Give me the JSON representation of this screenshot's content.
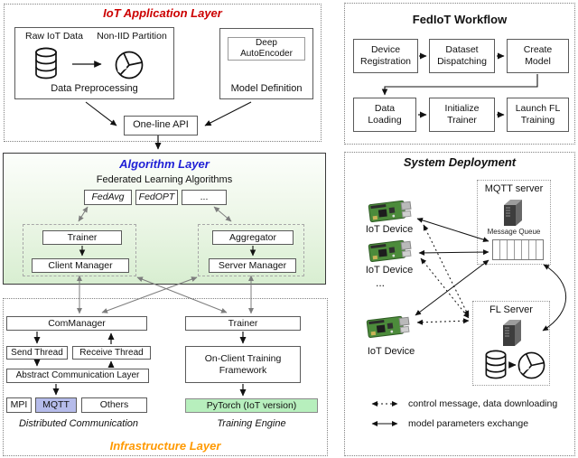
{
  "app_layer": {
    "title": "IoT Application Layer",
    "raw_iot_data": "Raw IoT Data",
    "non_iid_partition": "Non-IID Partition",
    "data_preprocessing": "Data Preprocessing",
    "deep_autoencoder": "Deep AutoEncoder",
    "model_definition": "Model Definition",
    "one_line_api": "One-line API"
  },
  "algorithm_layer": {
    "title": "Algorithm Layer",
    "subtitle": "Federated Learning Algorithms",
    "algorithms": [
      "FedAvg",
      "FedOPT",
      "..."
    ],
    "trainer": "Trainer",
    "client_manager": "Client Manager",
    "aggregator": "Aggregator",
    "server_manager": "Server Manager"
  },
  "infrastructure_layer": {
    "title": "Infrastructure Layer",
    "com_manager": "ComManager",
    "send_thread": "Send Thread",
    "receive_thread": "Receive Thread",
    "abstract_communication_layer": "Abstract Communication Layer",
    "mpi": "MPI",
    "mqtt": "MQTT",
    "others": "Others",
    "distributed_communication": "Distributed Communication",
    "trainer": "Trainer",
    "on_client_training_framework": "On-Client Training Framework",
    "pytorch": "PyTorch (IoT version)",
    "training_engine": "Training Engine"
  },
  "workflow": {
    "title": "FedIoT Workflow",
    "steps": [
      "Device Registration",
      "Dataset Dispatching",
      "Create Model",
      "Data Loading",
      "Initialize Trainer",
      "Launch FL Training"
    ]
  },
  "deployment": {
    "title": "System Deployment",
    "mqtt_server": "MQTT server",
    "message_queue": "Message Queue",
    "fl_server": "FL Server",
    "iot_device": "IoT Device",
    "ellipsis": "...",
    "legend": [
      {
        "style": "dotted",
        "label": "control message, data downloading"
      },
      {
        "style": "solid",
        "label": "model parameters exchange"
      }
    ]
  },
  "colors": {
    "app_title": "#cc0000",
    "algorithm_title": "#1f1fd6",
    "infrastructure_title": "#ff9900",
    "mqtt_highlight": "#b5bbea",
    "pytorch_highlight": "#b7efbd",
    "algorithm_bg_top": "#fcfefb",
    "algorithm_bg_bottom": "#d8eed1"
  }
}
